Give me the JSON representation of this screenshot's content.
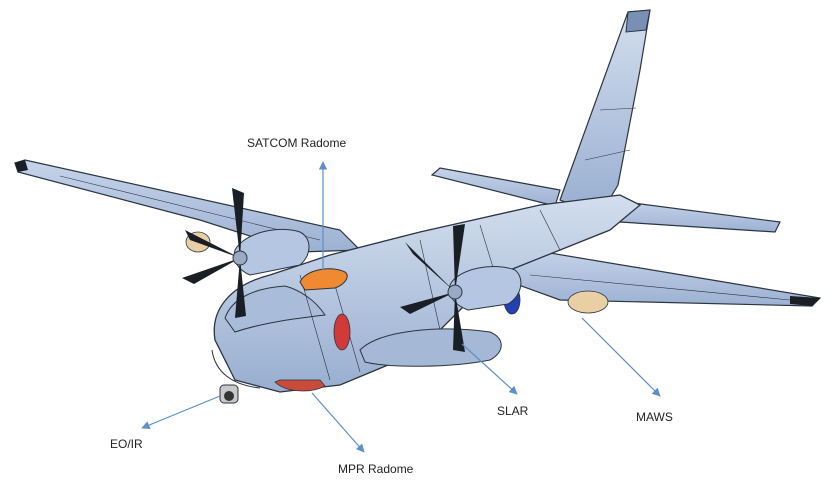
{
  "labels": {
    "satcom": "SATCOM Radome",
    "eo_ir": "EO/IR",
    "mpr": "MPR Radome",
    "slar": "SLAR",
    "maws": "MAWS"
  },
  "colors": {
    "airframe": "#b7c8e0",
    "airframe_shade": "#8ea6c6",
    "outline": "#2c3440",
    "satcom_radome": "#f08a32",
    "mpr_radome": "#c94b3a",
    "red_panel": "#d23a3a",
    "blue_panel": "#2340b0",
    "pod": "#e9cfa4",
    "arrow": "#5b8fc9"
  },
  "icons": [
    "aircraft-cad-drawing",
    "propeller",
    "arrow"
  ]
}
